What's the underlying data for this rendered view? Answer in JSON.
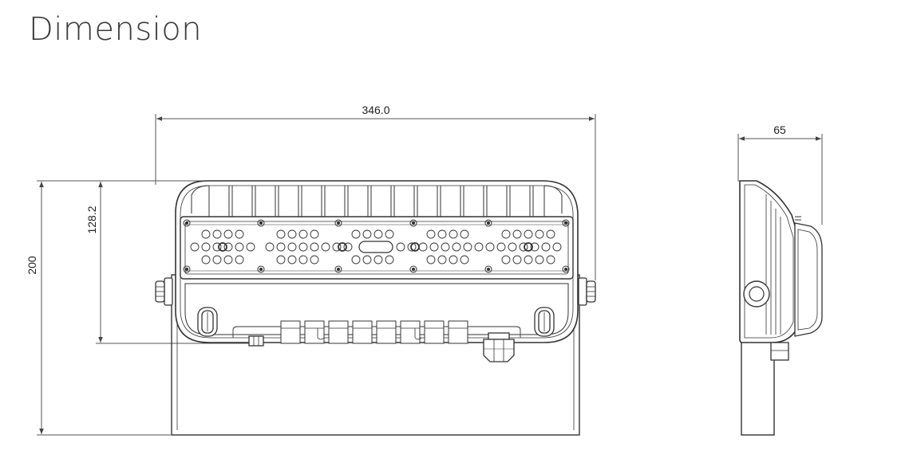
{
  "title": "Dimension",
  "dimensions": {
    "overall_width": "346.0",
    "side_depth": "65",
    "overall_height": "200",
    "head_height": "128.2"
  },
  "colors": {
    "line": "#333333",
    "dim_line": "#555555",
    "text": "#222222"
  }
}
